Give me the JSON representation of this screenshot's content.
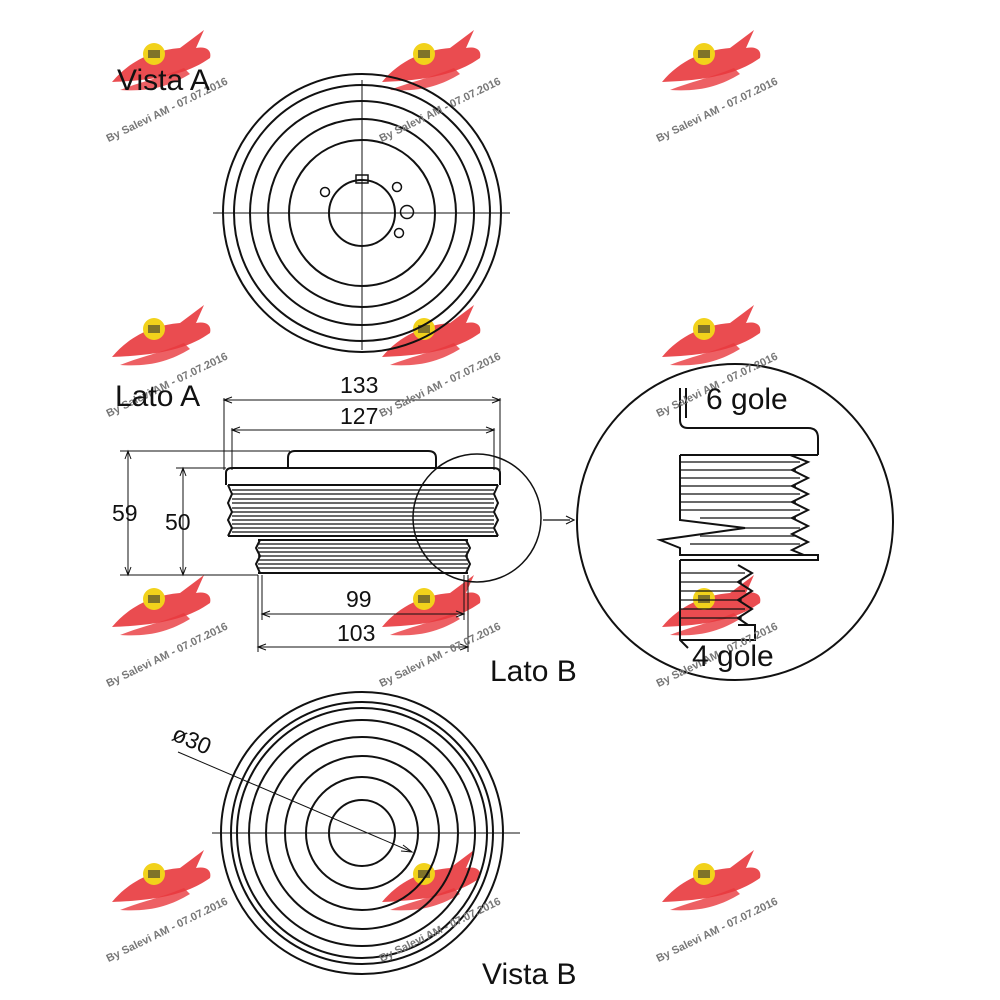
{
  "labels": {
    "vista_a": "Vista A",
    "lato_a": "Lato A",
    "lato_b": "Lato B",
    "vista_b": "Vista B",
    "six_grooves": "6 gole",
    "four_grooves": "4 gole"
  },
  "dimensions": {
    "outer_width": "133",
    "inner_width": "127",
    "height_total": "59",
    "height_pulley": "50",
    "width_99": "99",
    "width_103": "103",
    "bore_diameter": "ø30"
  },
  "watermark": {
    "text": "By Salevi AM - 07.07.2016",
    "colors": {
      "wing": "#e8383d",
      "badge": "#f2d21b"
    }
  },
  "colors": {
    "line": "#111111",
    "background": "#ffffff"
  }
}
